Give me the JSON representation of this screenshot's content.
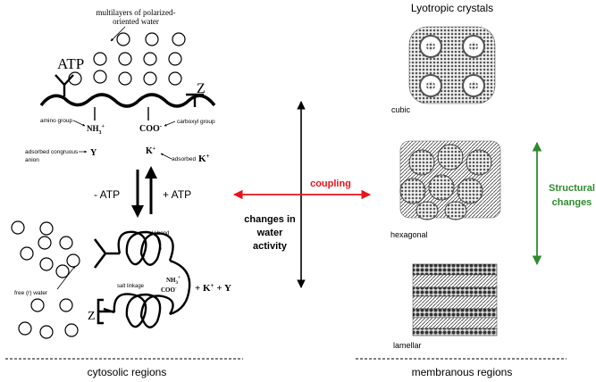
{
  "left_panel": {
    "multilayer_label_1": "multilayers of polarized-",
    "multilayer_label_2": "oriented water",
    "atp": "ATP",
    "z_top": "Z",
    "amino_group": "amino group",
    "nh3": "NH",
    "nh3_sub": "3",
    "nh3_sup": "+",
    "coo": "COO",
    "coo_sup": "-",
    "carboxyl_group": "carboxyl group",
    "adsorbed_anion_1": "adsorbed congruous",
    "adsorbed_anion_2": "anion",
    "y_top": "Y",
    "k_top": "K",
    "k_top_sup": "+",
    "adsorbed_k": "adsorbed",
    "adsorbed_k_ion": "K",
    "adsorbed_k_sup": "+",
    "minus_atp": "- ATP",
    "plus_atp": "+ ATP",
    "h_bond": "H bond",
    "salt_linkage": "salt linkage",
    "nh3_lower": "NH",
    "nh3_lower_sub": "3",
    "nh3_lower_sup": "+",
    "coo_lower": "COO",
    "coo_lower_sup": "-",
    "products": "+ K",
    "products_sup": "+",
    "products_y": " +  Y",
    "free_water": "free (r) water",
    "z_bottom": "Z",
    "region_label": "cytosolic regions"
  },
  "center": {
    "coupling": "coupling",
    "changes_line1": "changes in",
    "changes_line2": "water",
    "changes_line3": "activity"
  },
  "right_panel": {
    "title": "Lyotropic crystals",
    "cubic": "cubic",
    "hexagonal": "hexagonal",
    "lamellar": "lamellar",
    "structural_line1": "Structural",
    "structural_line2": "changes",
    "region_label": "membranous regions"
  },
  "colors": {
    "coupling": "#e8141b",
    "structural": "#2e8b2e",
    "ink": "#000000"
  }
}
